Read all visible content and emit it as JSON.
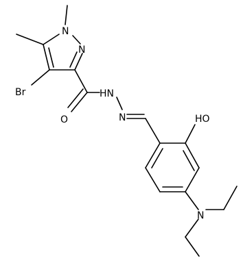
{
  "molecule": {
    "atom_labels": {
      "br": "Br",
      "n_ring_1": "N",
      "n_ring_2": "N",
      "o_carbonyl": "O",
      "nh": "HN",
      "n_imine": "N",
      "oh": "HO",
      "n_amine": "N"
    },
    "colors": {
      "bond": "#000000",
      "label": "#000000",
      "background": "#ffffff"
    }
  }
}
